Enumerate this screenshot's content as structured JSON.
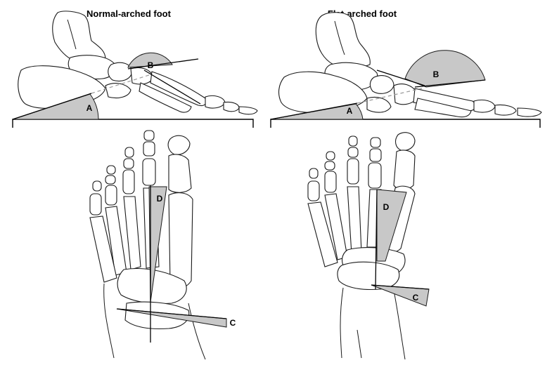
{
  "panels": {
    "normal": {
      "title": "Normal-arched foot"
    },
    "flat": {
      "title": "Flat-arched foot"
    }
  },
  "angle_labels": {
    "a": "A",
    "b": "B",
    "c": "C",
    "d": "D"
  },
  "colors": {
    "wedge_fill": "#c8c8c8",
    "outline": "#1a1a1a",
    "dashed_line": "#9a9a9a"
  }
}
